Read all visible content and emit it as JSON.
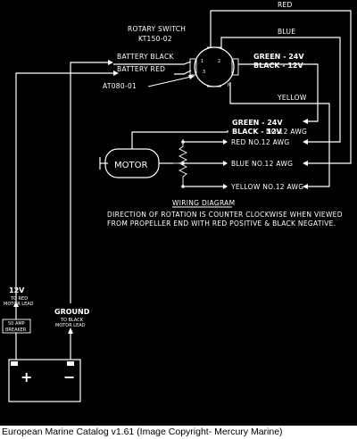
{
  "colors": {
    "background": "#000000",
    "line": "#ffffff",
    "caption_bg": "#ffffff",
    "caption_text": "#000000"
  },
  "switch": {
    "title_line1": "ROTARY SWITCH",
    "title_line2": "KT150-02",
    "terminal_1": "1",
    "terminal_2": "2",
    "terminal_3": "3",
    "part_label": "AT080-01"
  },
  "battery_leads": {
    "black": "BATTERY BLACK",
    "red": "BATTERY RED"
  },
  "wire_colors": {
    "red": "RED",
    "blue": "BLUE",
    "green_24v": "GREEN - 24V",
    "black_12v": "BLACK - 12V",
    "yellow": "YELLOW"
  },
  "motor": {
    "label": "MOTOR",
    "green_24v": "GREEN - 24V",
    "black_12v": "BLACK - 12V",
    "black_awg": "NO.12 AWG",
    "red_awg": "RED NO.12 AWG",
    "blue_awg": "BLUE NO.12 AWG",
    "yellow_awg": "YELLOW NO.12 AWG"
  },
  "diagram": {
    "title": "WIRING DIAGRAM",
    "note_line1": "DIRECTION OF ROTATION IS COUNTER CLOCKWISE WHEN VIEWED",
    "note_line2": "FROM PROPELLER END WITH RED POSITIVE & BLACK NEGATIVE."
  },
  "power": {
    "v12_label": "12V",
    "v12_sub1": "TO RED",
    "v12_sub2": "MOTOR LEAD",
    "breaker_line1": "50 AMP",
    "breaker_line2": "BREAKER",
    "ground_label": "GROUND",
    "ground_sub1": "TO BLACK",
    "ground_sub2": "MOTOR LEAD",
    "plus": "+",
    "minus": "−"
  },
  "caption": "European Marine Catalog v1.61 (Image Copyright- Mercury Marine)"
}
